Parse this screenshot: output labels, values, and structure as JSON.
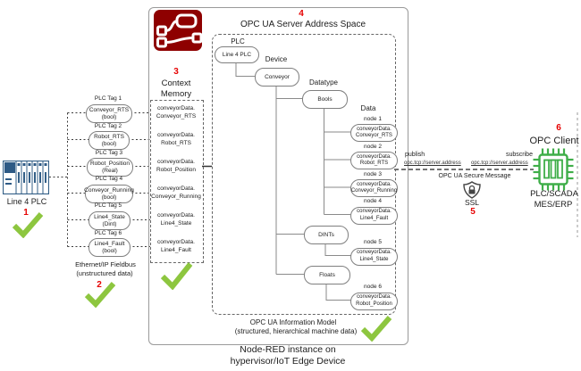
{
  "palette": {
    "step_red": "#e60000",
    "check_green": "#8dc63f",
    "chip_green": "#3fae49",
    "node_red_brand": "#8e0000",
    "plc_blue": "#335f87",
    "line_gray": "#888888"
  },
  "icons": {
    "node_red_logo": "node-red-flow-logo",
    "plc_rack": "plc-rack-icon",
    "ssl_shield": "shield-lock-icon",
    "opc_client_chip": "processor-chip-icon",
    "checkmark": "green-check-icon"
  },
  "left": {
    "plc_label": "Line 4 PLC",
    "step": "1",
    "fieldbus_line1": "Ethernet/IP Fieldbus",
    "fieldbus_line2": "(unstructured data)",
    "fieldbus_step": "2",
    "tags": [
      {
        "tag": "PLC Tag 1",
        "name": "Conveyor_RTS",
        "type": "(bool)"
      },
      {
        "tag": "PLC Tag 2",
        "name": "Robot_RTS",
        "type": "(bool)"
      },
      {
        "tag": "PLC Tag 3",
        "name": "Robot_Position",
        "type": "(Real)"
      },
      {
        "tag": "PLC Tag 4",
        "name": "Conveyor_Running",
        "type": "(bool)"
      },
      {
        "tag": "PLC Tag 5",
        "name": "Line4_State",
        "type": "(Dint)"
      },
      {
        "tag": "PLC Tag 6",
        "name": "Line4_Fault",
        "type": "(bool)"
      }
    ]
  },
  "context_memory": {
    "step": "3",
    "title_line1": "Context",
    "title_line2": "Memory",
    "entries": [
      {
        "line1": "conveyorData.",
        "line2": "Conveyor_RTS"
      },
      {
        "line1": "conveyorData.",
        "line2": "Robot_RTS"
      },
      {
        "line1": "conveyorData.",
        "line2": "Robot_Position"
      },
      {
        "line1": "conveyorData.",
        "line2": "Conveyor_Running"
      },
      {
        "line1": "conveyorData.",
        "line2": "Line4_State"
      },
      {
        "line1": "conveyorData.",
        "line2": "Line4_Fault"
      }
    ]
  },
  "address_space": {
    "step": "4",
    "title": "OPC UA Server Address Space",
    "plc_group_label": "PLC",
    "plc_node": "Line 4 PLC",
    "device_label": "Device",
    "device_node": "Conveyor",
    "datatype_label": "Datatype",
    "bools_node": "Bools",
    "dints_node": "DINTs",
    "floats_node": "Floats",
    "data_label": "Data",
    "nodes": [
      {
        "label": "node 1",
        "line1": "conveyorData.",
        "line2": "Conveyor_RTS"
      },
      {
        "label": "node 2",
        "line1": "conveyorData.",
        "line2": "Robot_RTS"
      },
      {
        "label": "node 3",
        "line1": "conveyorData.",
        "line2": "Conveyor_Running"
      },
      {
        "label": "node 4",
        "line1": "conveyorData.",
        "line2": "Line4_Fault"
      },
      {
        "label": "node 5",
        "line1": "conveyorData.",
        "line2": "Line4_State"
      },
      {
        "label": "node 6",
        "line1": "conveyorData.",
        "line2": "Robot_Position"
      }
    ],
    "footer_line1": "OPC UA Information Model",
    "footer_line2": "(structured, hierarchical machine data)"
  },
  "node_red": {
    "caption_line1": "Node-RED instance on",
    "caption_line2": "hypervisor/IoT Edge Device"
  },
  "secure_channel": {
    "publish_label": "publish",
    "publish_address": "opc.tcp://server.address",
    "subscribe_label": "subscribe",
    "subscribe_address": "opc.tcp://server.address",
    "secure_message_label": "OPC UA Secure Message",
    "ssl_label": "SSL",
    "step": "5"
  },
  "opc_client": {
    "step": "6",
    "title": "OPC Client",
    "caption_line1": "PLC/SCADA",
    "caption_line2": "MES/ERP"
  }
}
